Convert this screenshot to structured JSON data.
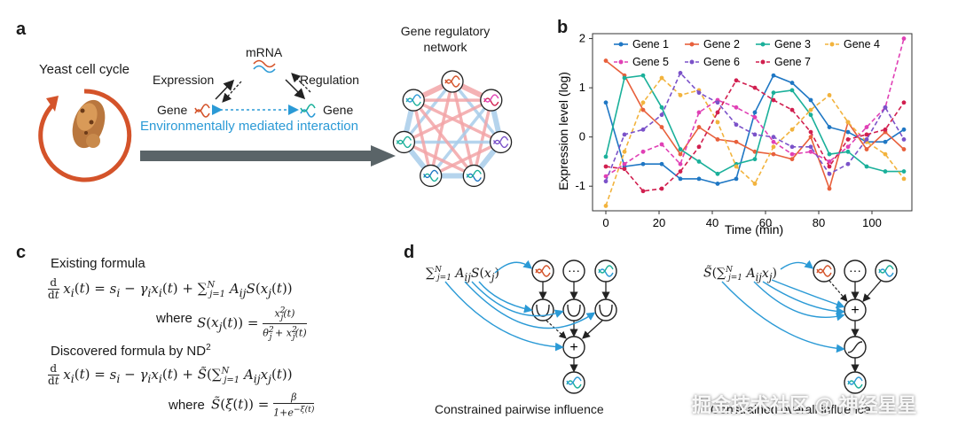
{
  "panel_a": {
    "letter": "a",
    "yeast_label": "Yeast cell cycle",
    "mrna_label": "mRNA",
    "expression_label": "Expression",
    "regulation_label": "Regulation",
    "gene_left": "Gene",
    "gene_right": "Gene",
    "env_interaction": "Environmentally mediated interaction",
    "network_title_1": "Gene regulatory",
    "network_title_2": "network"
  },
  "panel_b": {
    "letter": "b"
  },
  "panel_c": {
    "letter": "c",
    "existing_label": "Existing formula",
    "discovered_label": "Discovered formula by ND",
    "discovered_sup": "2",
    "where_1": "where",
    "where_2": "where"
  },
  "panel_d": {
    "letter": "d",
    "caption_left": "Constrained pairwise influence",
    "caption_right": "Constrained overall influence",
    "ellipsis": "···",
    "plus": "+"
  },
  "watermark": "掘金技术社区 @ 神经星星",
  "colors": {
    "arrow_blue": "#2b9ad6",
    "orange": "#d4532a",
    "gray_arrow": "#5a6468"
  },
  "chart_data": {
    "type": "line",
    "xlabel": "Time (min)",
    "ylabel": "Expression level (log)",
    "xlim": [
      -5,
      115
    ],
    "ylim": [
      -1.5,
      2.1
    ],
    "xticks": [
      0,
      20,
      40,
      60,
      80,
      100
    ],
    "yticks": [
      2,
      1,
      0,
      -1
    ],
    "x": [
      0,
      7,
      14,
      21,
      28,
      35,
      42,
      49,
      56,
      63,
      70,
      77,
      84,
      91,
      98,
      105,
      112
    ],
    "series": [
      {
        "name": "Gene 1",
        "color": "#1f77c4",
        "dash": false,
        "values": [
          0.7,
          -0.6,
          -0.55,
          -0.55,
          -0.85,
          -0.85,
          -0.95,
          -0.85,
          0.5,
          1.25,
          1.1,
          0.75,
          0.2,
          0.1,
          -0.1,
          -0.1,
          0.15
        ]
      },
      {
        "name": "Gene 2",
        "color": "#e8603c",
        "dash": false,
        "values": [
          1.55,
          1.25,
          0.55,
          0.2,
          -0.35,
          0.2,
          -0.05,
          -0.1,
          -0.3,
          -0.35,
          -0.45,
          0.0,
          -1.05,
          0.3,
          -0.25,
          0.1,
          -0.25
        ]
      },
      {
        "name": "Gene 3",
        "color": "#1ab09a",
        "dash": false,
        "values": [
          -0.4,
          1.2,
          1.25,
          0.6,
          -0.25,
          -0.5,
          -0.75,
          -0.55,
          -0.45,
          0.9,
          0.95,
          0.45,
          -0.35,
          -0.3,
          -0.6,
          -0.7,
          -0.7
        ]
      },
      {
        "name": "Gene 4",
        "color": "#f2b33d",
        "dash": true,
        "values": [
          -1.4,
          -0.3,
          0.7,
          1.2,
          0.85,
          0.95,
          0.3,
          -0.6,
          -0.95,
          -0.2,
          0.15,
          0.55,
          0.85,
          0.3,
          -0.1,
          -0.35,
          -0.85
        ]
      },
      {
        "name": "Gene 5",
        "color": "#e040b5",
        "dash": true,
        "values": [
          -0.8,
          -0.55,
          -0.3,
          -0.15,
          -0.55,
          0.5,
          0.75,
          0.6,
          0.4,
          -0.1,
          -0.35,
          -0.3,
          -0.5,
          -0.2,
          0.2,
          0.6,
          2.0
        ]
      },
      {
        "name": "Gene 6",
        "color": "#7b52c9",
        "dash": true,
        "values": [
          -0.9,
          0.05,
          0.15,
          0.45,
          1.3,
          0.9,
          0.7,
          0.25,
          0.05,
          0.0,
          -0.2,
          -0.2,
          -0.75,
          -0.55,
          -0.05,
          0.6,
          -0.05
        ]
      },
      {
        "name": "Gene 7",
        "color": "#d11f4f",
        "dash": true,
        "values": [
          -0.6,
          -0.65,
          -1.1,
          -1.05,
          -0.7,
          -0.2,
          0.5,
          1.15,
          1.0,
          0.75,
          0.55,
          0.1,
          -0.6,
          -0.05,
          0.05,
          0.15,
          0.7
        ]
      }
    ]
  }
}
